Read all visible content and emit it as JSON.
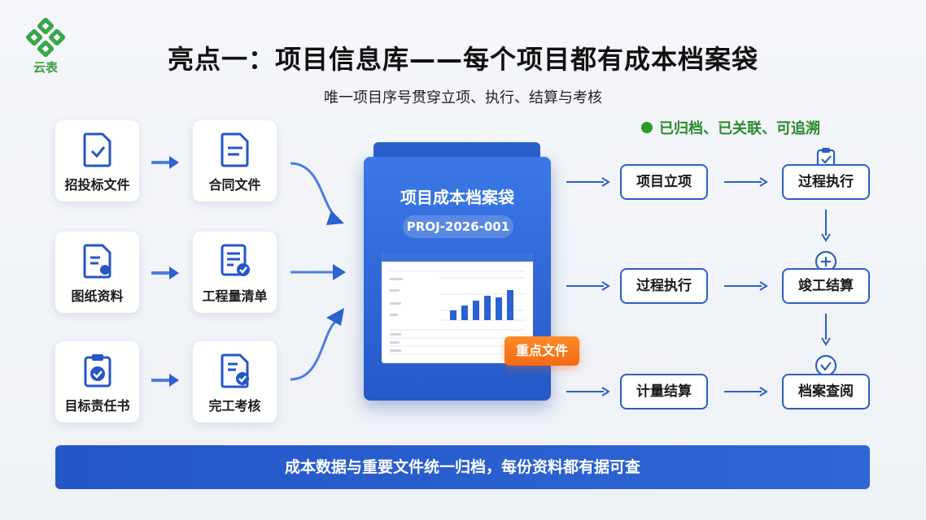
{
  "header": {
    "logo_text": "云表",
    "title": "亮点一：项目信息库——每个项目都有成本档案袋",
    "subtitle": "唯一项目序号贯穿立项、执行、结算与考核"
  },
  "status": {
    "text": "已归档、已关联、可追溯",
    "color": "#2a9a2a"
  },
  "sources": [
    {
      "label": "招投标文件",
      "icon": "document-check-icon"
    },
    {
      "label": "合同文件",
      "icon": "document-lines-icon"
    },
    {
      "label": "图纸资料",
      "icon": "document-attachment-icon"
    },
    {
      "label": "工程量清单",
      "icon": "list-check-icon"
    },
    {
      "label": "目标责任书",
      "icon": "clipboard-check-icon"
    },
    {
      "label": "完工考核",
      "icon": "document-check-badge-icon"
    }
  ],
  "folder": {
    "title": "项目成本档案袋",
    "code": "PROJ-2026-001",
    "badge": "重点文件"
  },
  "flow": {
    "left": [
      "项目立项",
      "过程执行",
      "计量结算"
    ],
    "right": [
      "过程执行",
      "竣工结算",
      "档案查阅"
    ]
  },
  "banner": {
    "text": "成本数据与重要文件统一归档，每份资料都有据可查"
  },
  "colors": {
    "primary": "#2c5fc4",
    "accent": "#f46a12",
    "success": "#2a9a2a"
  }
}
